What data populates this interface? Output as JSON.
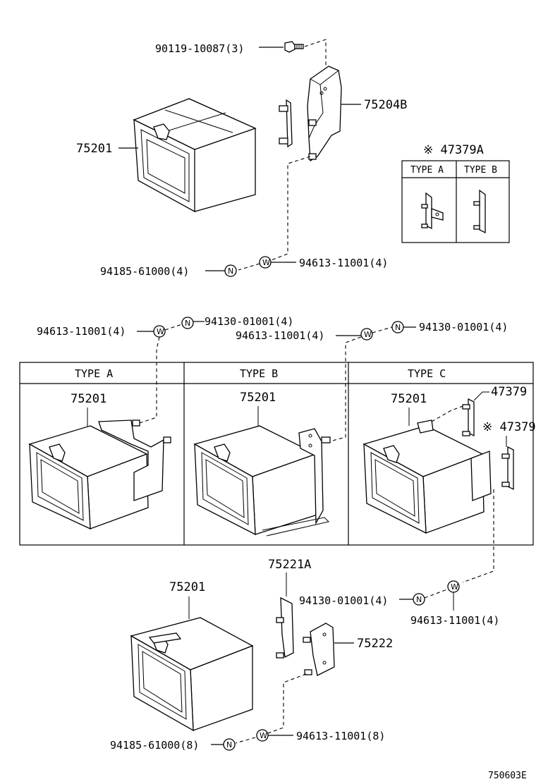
{
  "parts": {
    "bolt_top": "90119-10087(3)",
    "bracket_top": "75204B",
    "box_top": "75201",
    "nut_top": "94185-61000(4)",
    "washer_top": "94613-11001(4)",
    "option_part": "※ 47379A",
    "washer_mid_left": "94613-11001(4)",
    "nut_mid_left": "94130-01001(4)",
    "washer_mid_right": "94613-11001(4)",
    "nut_mid_right": "94130-01001(4)",
    "box_a": "75201",
    "box_b": "75201",
    "box_c": "75201",
    "bracket_c1": "47379",
    "bracket_c2": "※ 47379A",
    "bracket_bottom_1": "75221A",
    "box_bottom": "75201",
    "nut_bottom_right": "94130-01001(4)",
    "washer_bottom_right": "94613-11001(4)",
    "bracket_bottom_2": "75222",
    "nut_bottom": "94185-61000(8)",
    "washer_bottom": "94613-11001(8)"
  },
  "types": {
    "a": "TYPE A",
    "b": "TYPE B",
    "c": "TYPE C"
  },
  "circle_marks": {
    "nut": "N",
    "washer": "W"
  },
  "diagram_code": "750603E"
}
